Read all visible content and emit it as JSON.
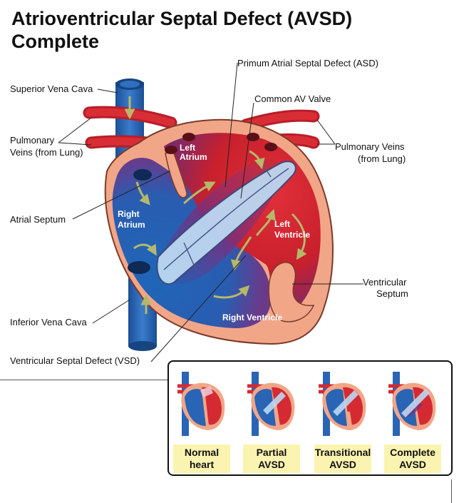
{
  "title": {
    "line1": "Atrioventricular Septal Defect (AVSD)",
    "line2": "Complete"
  },
  "labels": {
    "superior_vena_cava": "Superior Vena Cava",
    "pulmonary_veins_left_1": "Pulmonary",
    "pulmonary_veins_left_2": "Veins (from Lung)",
    "pulmonary_veins_right_1": "Pulmonary Veins",
    "pulmonary_veins_right_2": "(from Lung)",
    "primum_asd": "Primum Atrial Septal Defect (ASD)",
    "common_av_valve": "Common AV Valve",
    "atrial_septum": "Atrial Septum",
    "inferior_vena_cava": "Inferior Vena Cava",
    "ventricular_septum_1": "Ventricular",
    "ventricular_septum_2": "Septum",
    "vsd": "Ventricular Septal Defect (VSD)"
  },
  "chambers": {
    "left_atrium_1": "Left",
    "left_atrium_2": "Atrium",
    "right_atrium_1": "Right",
    "right_atrium_2": "Atrium",
    "left_ventricle_1": "Left",
    "left_ventricle_2": "Ventricle",
    "right_ventricle": "Right Ventricle"
  },
  "comparison": [
    {
      "label": "Normal\nheart"
    },
    {
      "label": "Partial\nAVSD"
    },
    {
      "label": "Transitional\nAVSD"
    },
    {
      "label": "Complete\nAVSD"
    }
  ],
  "colors": {
    "oxygenated": "#d42a32",
    "deoxygenated": "#2a64b4",
    "wall": "#f2a688",
    "valve": "#bcd8f2",
    "flow_arrow": "#b5b86a",
    "caption_bg": "#fbf3b0"
  }
}
